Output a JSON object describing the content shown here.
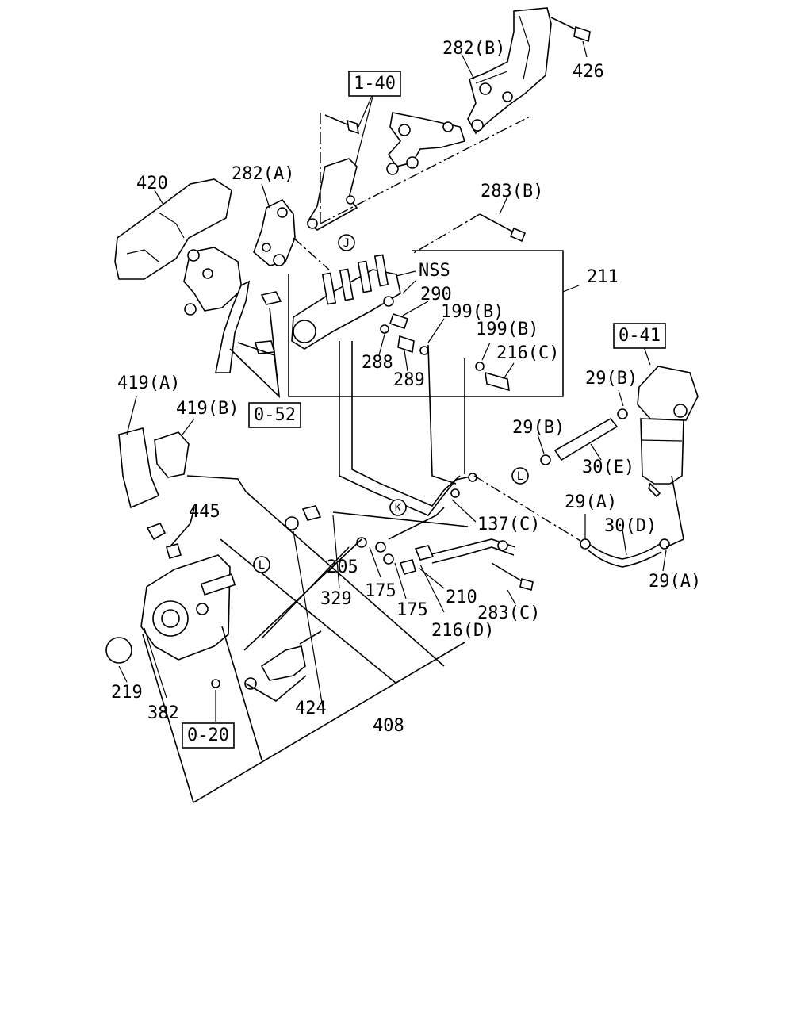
{
  "diagram": {
    "callouts": [
      {
        "id": "c426",
        "text": "426"
      },
      {
        "id": "c282b",
        "text": "282(B)"
      },
      {
        "id": "c140",
        "text": "1-40",
        "boxed": true
      },
      {
        "id": "c420",
        "text": "420"
      },
      {
        "id": "c282a",
        "text": "282(A)"
      },
      {
        "id": "c283b",
        "text": "283(B)"
      },
      {
        "id": "cnss",
        "text": "NSS"
      },
      {
        "id": "c211",
        "text": "211"
      },
      {
        "id": "c290",
        "text": "290"
      },
      {
        "id": "c199b1",
        "text": "199(B)"
      },
      {
        "id": "c199b2",
        "text": "199(B)"
      },
      {
        "id": "c216c",
        "text": "216(C)"
      },
      {
        "id": "c288",
        "text": "288"
      },
      {
        "id": "c289",
        "text": "289"
      },
      {
        "id": "c041",
        "text": "0-41",
        "boxed": true
      },
      {
        "id": "c29b1",
        "text": "29(B)"
      },
      {
        "id": "c29b2",
        "text": "29(B)"
      },
      {
        "id": "c30e",
        "text": "30(E)"
      },
      {
        "id": "c419a",
        "text": "419(A)"
      },
      {
        "id": "c419b",
        "text": "419(B)"
      },
      {
        "id": "c052",
        "text": "0-52",
        "boxed": true
      },
      {
        "id": "c445",
        "text": "445"
      },
      {
        "id": "c137c",
        "text": "137(C)"
      },
      {
        "id": "c29a1",
        "text": "29(A)"
      },
      {
        "id": "c30d",
        "text": "30(D)"
      },
      {
        "id": "c29a2",
        "text": "29(A)"
      },
      {
        "id": "c205",
        "text": "205"
      },
      {
        "id": "c175a",
        "text": "175"
      },
      {
        "id": "c175b",
        "text": "175"
      },
      {
        "id": "c210",
        "text": "210"
      },
      {
        "id": "c283c",
        "text": "283(C)"
      },
      {
        "id": "c329",
        "text": "329"
      },
      {
        "id": "c216d",
        "text": "216(D)"
      },
      {
        "id": "c219",
        "text": "219"
      },
      {
        "id": "c382",
        "text": "382"
      },
      {
        "id": "c424",
        "text": "424"
      },
      {
        "id": "c408",
        "text": "408"
      },
      {
        "id": "c020",
        "text": "0-20",
        "boxed": true
      }
    ],
    "circle_markers": [
      {
        "id": "mJ",
        "text": "J"
      },
      {
        "id": "mK",
        "text": "K"
      },
      {
        "id": "mL1",
        "text": "L"
      },
      {
        "id": "mL2",
        "text": "L"
      }
    ]
  }
}
